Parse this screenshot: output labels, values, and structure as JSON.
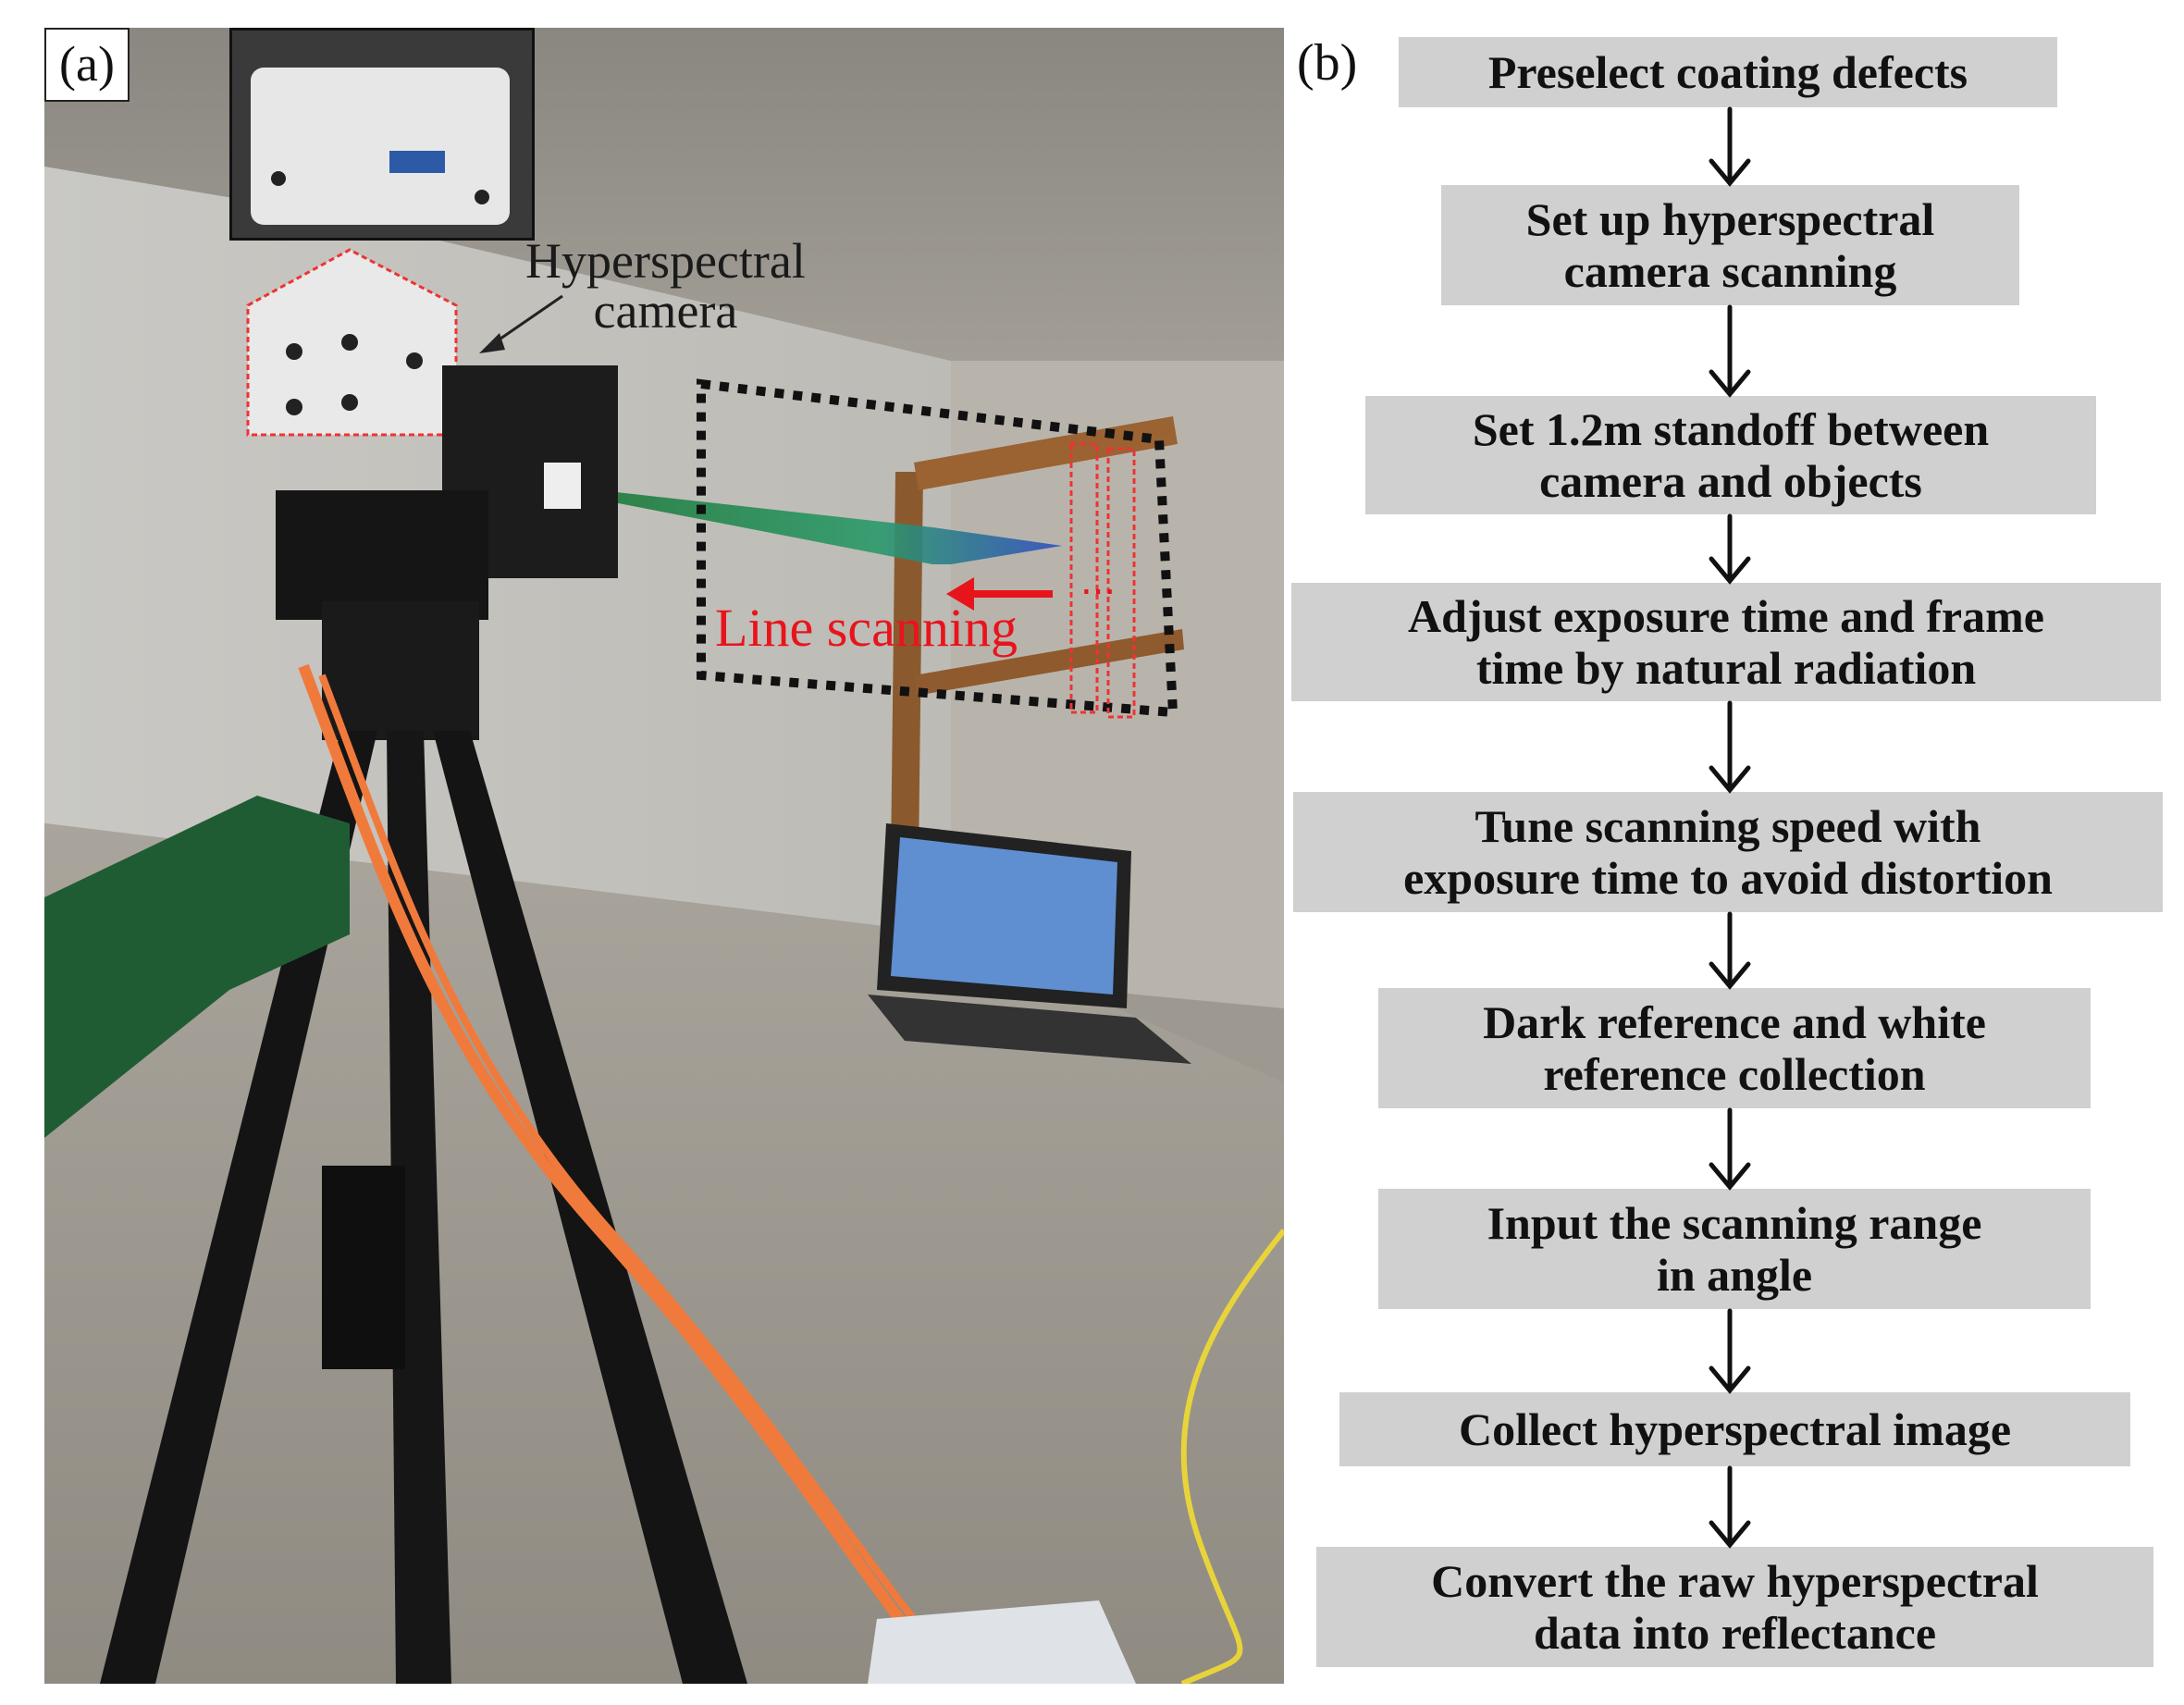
{
  "photo": {
    "label": "(a)",
    "camera_label_line1": "Hyperspectral",
    "camera_label_line2": "camera",
    "scan_label": "Line scanning"
  },
  "flowchart": {
    "label": "(b)",
    "steps": [
      {
        "line1": "Preselect coating defects",
        "line2": ""
      },
      {
        "line1": "Set up hyperspectral",
        "line2": "camera scanning"
      },
      {
        "line1": "Set 1.2m standoff between",
        "line2": "camera and objects"
      },
      {
        "line1": "Adjust exposure time and frame",
        "line2": "time by natural radiation"
      },
      {
        "line1": "Tune scanning speed with",
        "line2": "exposure time to avoid distortion"
      },
      {
        "line1": "Dark reference and white",
        "line2": "reference collection"
      },
      {
        "line1": "Input the scanning range",
        "line2": "in angle"
      },
      {
        "line1": "Collect hyperspectral image",
        "line2": ""
      },
      {
        "line1": "Convert the raw hyperspectral",
        "line2": "data into reflectance"
      }
    ]
  }
}
